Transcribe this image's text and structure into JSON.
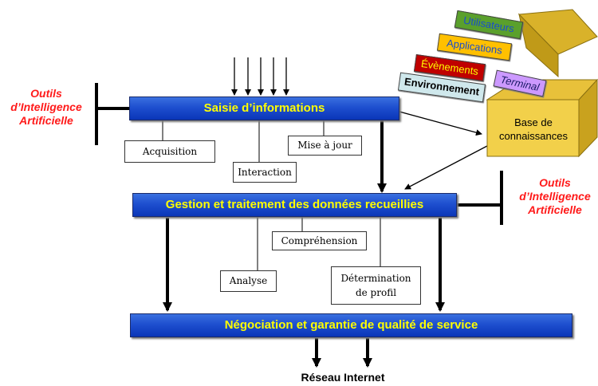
{
  "diagram": {
    "bars": {
      "saisie": "Saisie d’informations",
      "gestion": "Gestion et traitement des données recueillies",
      "negociation": "Négociation et garantie de qualité de service"
    },
    "sub_boxes": {
      "acquisition": "Acquisition",
      "interaction": "Interaction",
      "mise_a_jour": "Mise à jour",
      "comprehension": "Compréhension",
      "analyse": "Analyse",
      "determination_line1": "Détermination",
      "determination_line2": "de profil"
    },
    "ai_tools": {
      "line1": "Outils",
      "line2": "d’Intelligence",
      "line3": "Artificielle"
    },
    "knowledge_base": {
      "line1": "Base de",
      "line2": "connaissances",
      "tags": [
        "Utilisateurs",
        "Applications",
        "Évènements",
        "Terminal",
        "Environnement"
      ]
    },
    "footer": "Réseau Internet"
  },
  "colors": {
    "bar_fill": "#1e4fcf",
    "bar_text": "#ffff00",
    "ai_text": "#ff1a1a",
    "box_fill": "#f2d04a",
    "tag_utilisateurs": "#5aa02c",
    "tag_applications": "#ffc000",
    "tag_evenements": "#c00000",
    "tag_terminal": "#cc99ff",
    "tag_environnement": "#cfe8ec"
  }
}
